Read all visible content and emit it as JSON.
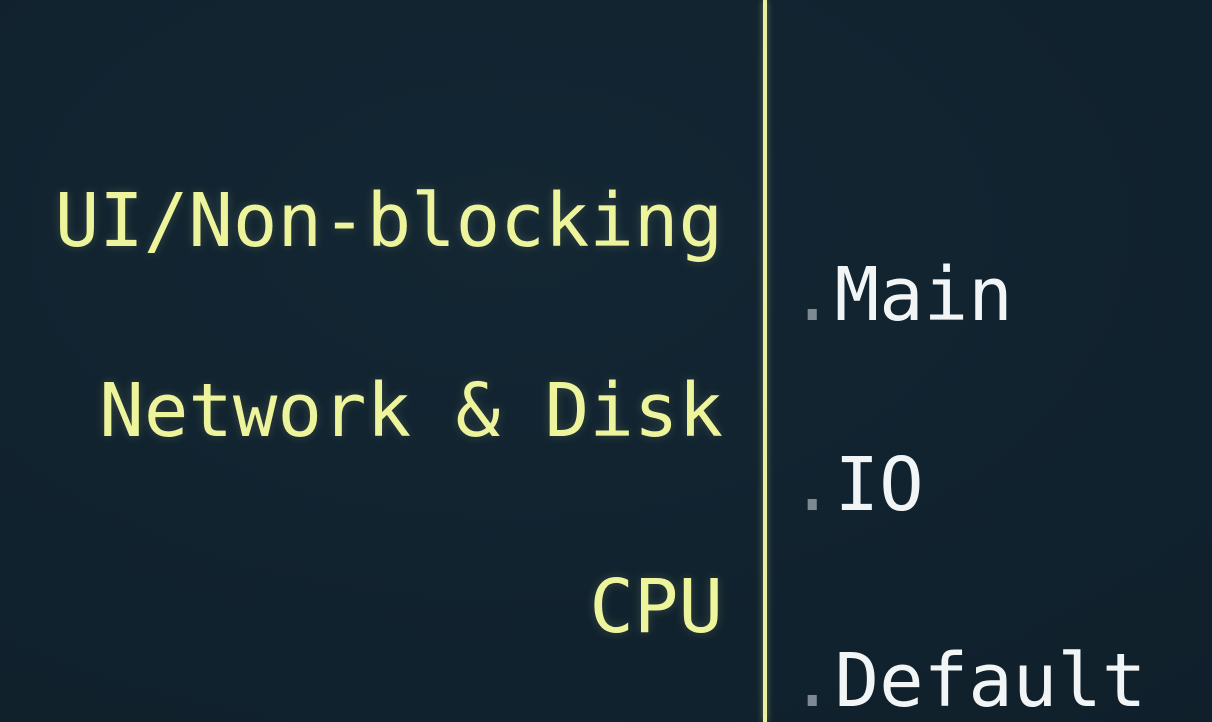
{
  "theme": {
    "background": "#0f202b",
    "background_highlight": "#132633",
    "divider_color": "#e9f0a0",
    "use_case_color": "#edf49c",
    "dispatcher_color": "#f2f5f6",
    "dot_color": "#7d8993"
  },
  "slide": {
    "rows": [
      {
        "use_case": "UI/Non-blocking",
        "dot": ".",
        "dispatcher": "Main"
      },
      {
        "use_case": "Network & Disk",
        "dot": ".",
        "dispatcher": "IO"
      },
      {
        "use_case": "CPU",
        "dot": ".",
        "dispatcher": "Default"
      }
    ]
  }
}
